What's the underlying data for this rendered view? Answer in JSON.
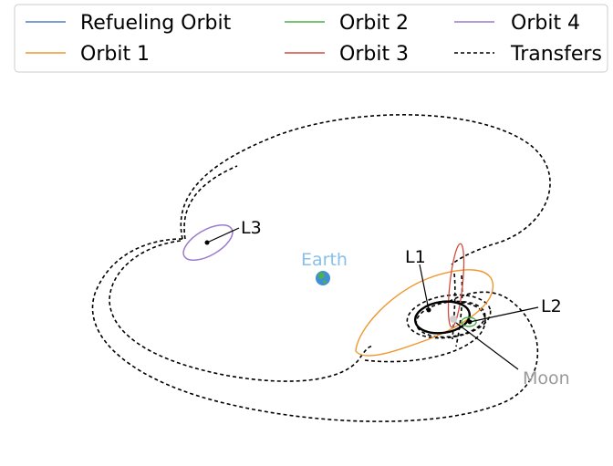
{
  "legend": {
    "entries": [
      {
        "label": "Refueling Orbit",
        "color": "#4c82c3",
        "style": "solid"
      },
      {
        "label": "Orbit 1",
        "color": "#f0962e",
        "style": "solid"
      },
      {
        "label": "Orbit 2",
        "color": "#4cae4c",
        "style": "solid"
      },
      {
        "label": "Orbit 3",
        "color": "#d34b40",
        "style": "solid"
      },
      {
        "label": "Orbit 4",
        "color": "#9b7bcc",
        "style": "solid"
      },
      {
        "label": "Transfers",
        "color": "#000000",
        "style": "dashed"
      }
    ]
  },
  "labels": {
    "earth": "Earth",
    "moon": "Moon",
    "l1": "L1",
    "l2": "L2",
    "l3": "L3"
  },
  "colors": {
    "earth_label": "#87c0ea",
    "moon_label": "#9a9a9a",
    "earth_ocean": "#3f8fd6",
    "earth_land": "#4caf50",
    "moon_body": "#cfcfcf"
  }
}
